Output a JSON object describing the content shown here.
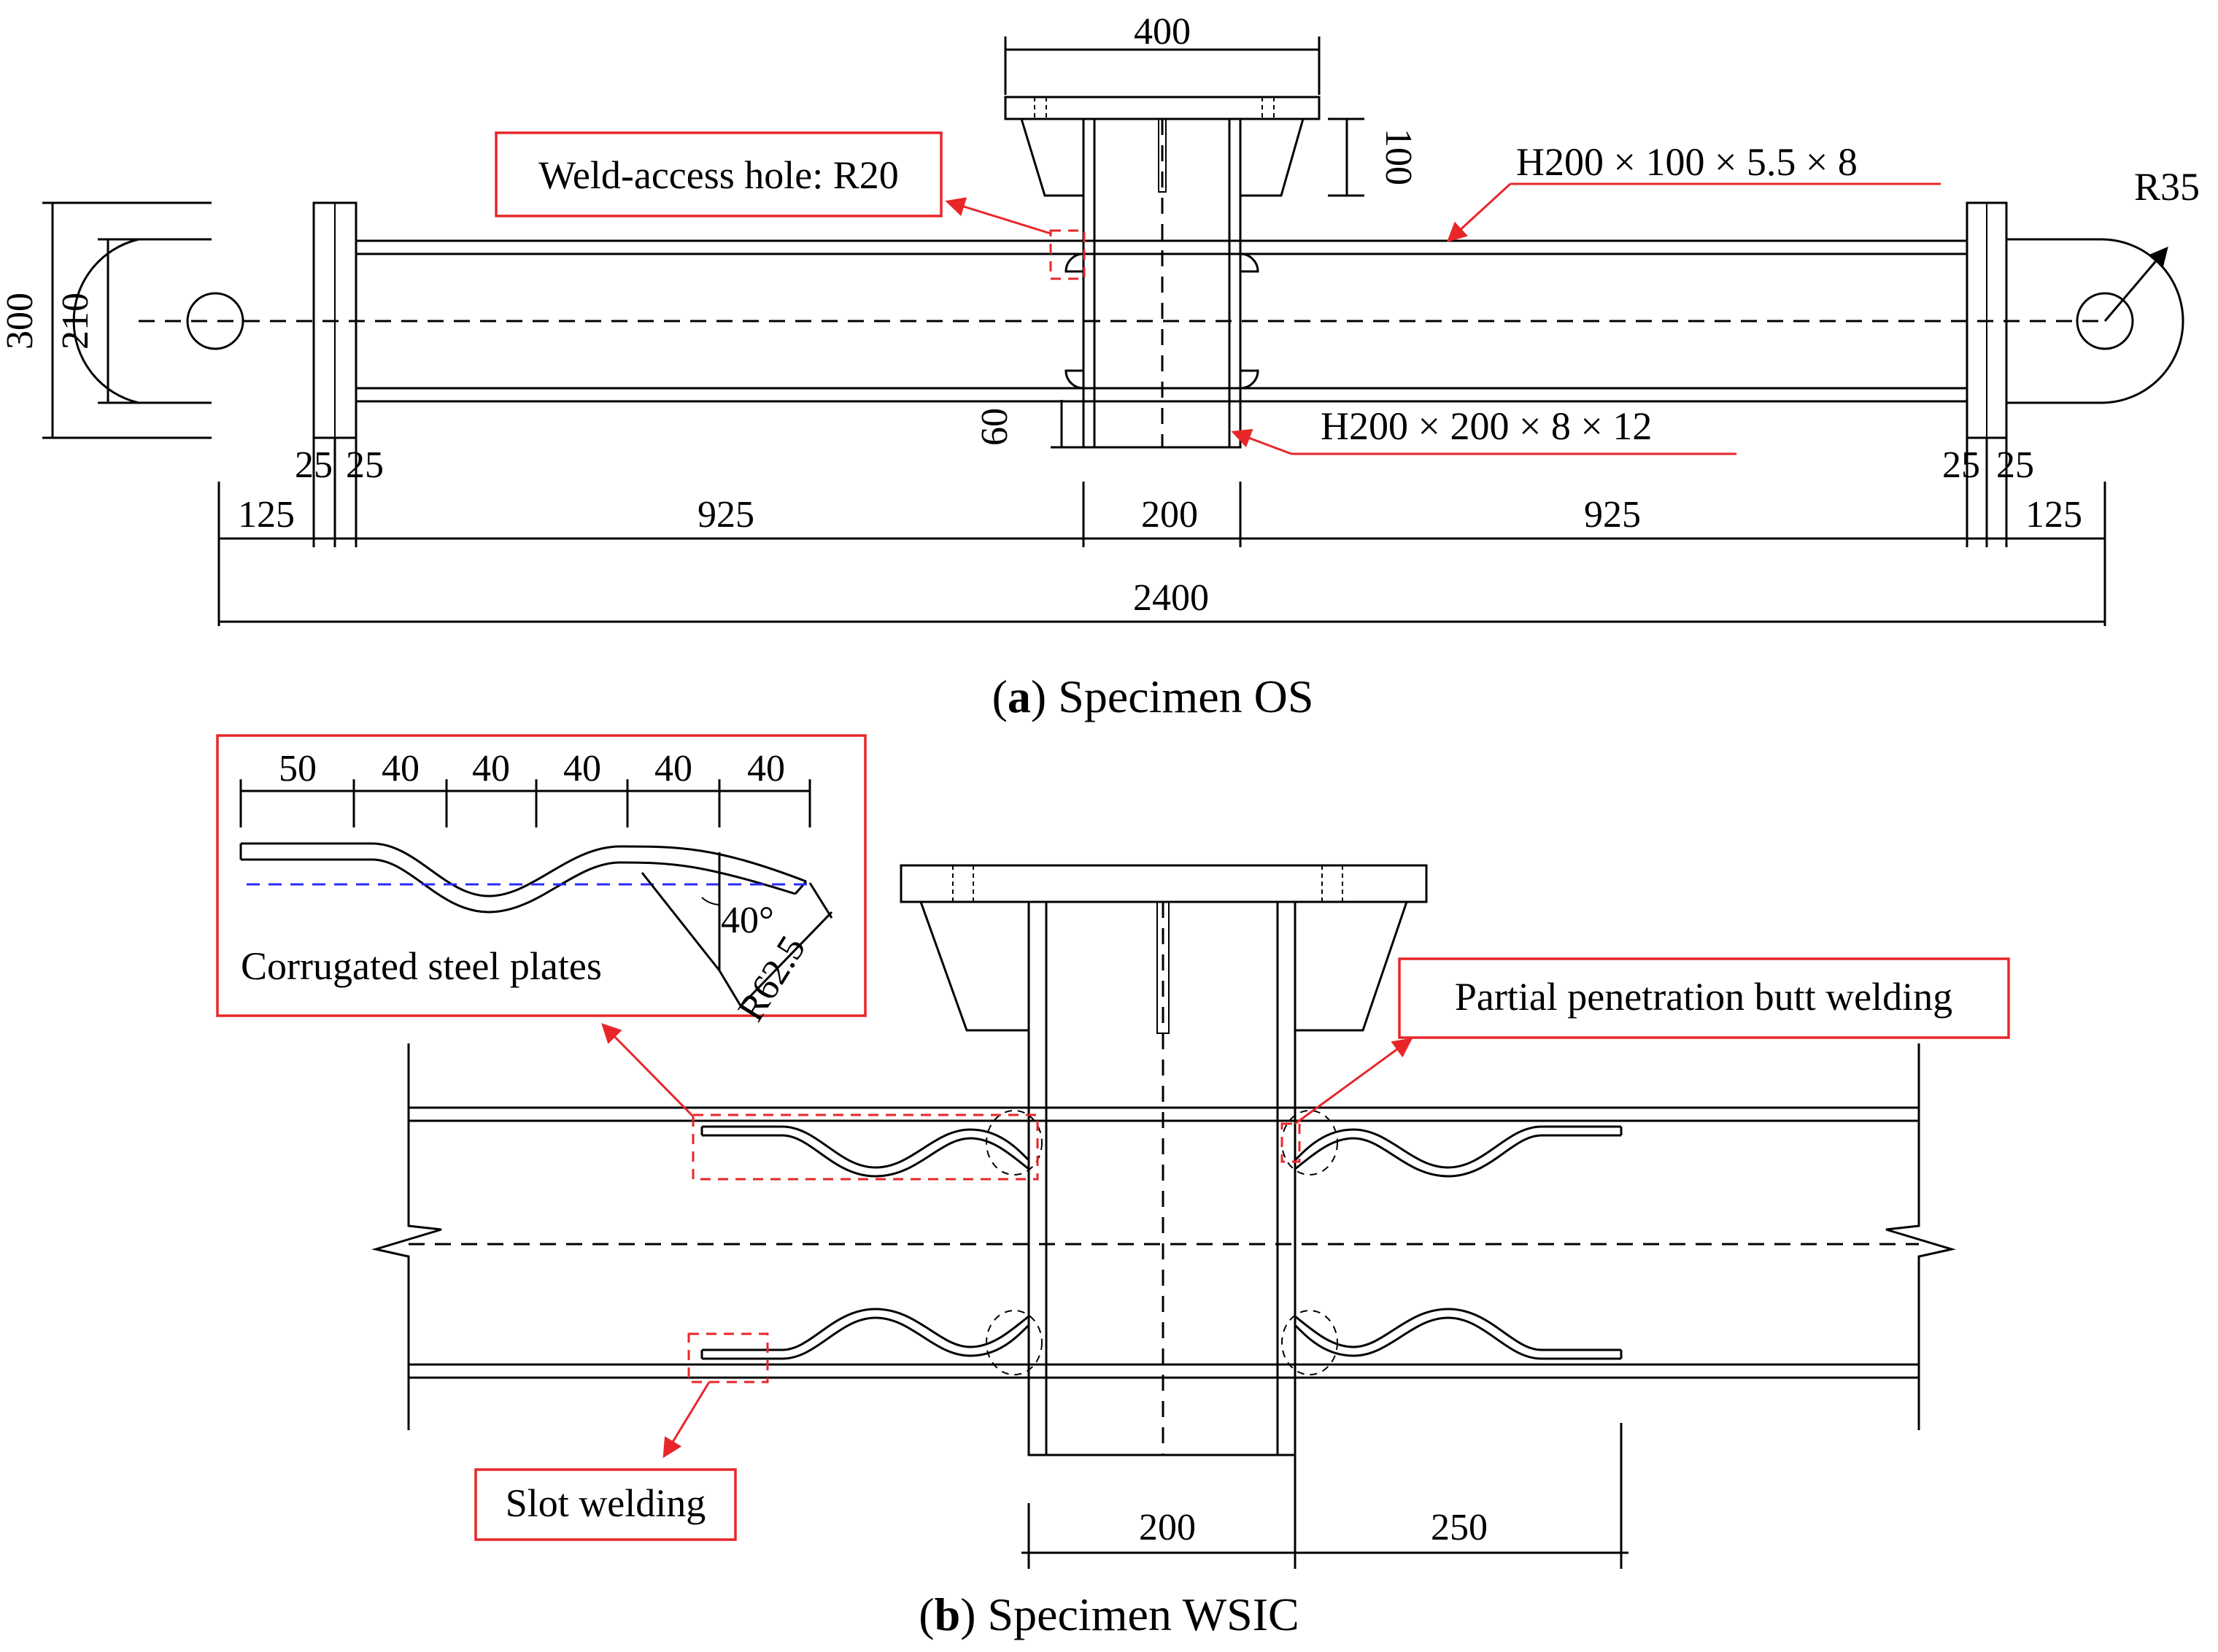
{
  "colors": {
    "annotation": "#e8262a",
    "line": "#000000",
    "centerline": "#2b2bff"
  },
  "panel_a": {
    "caption_letter": "a",
    "caption_text": " Specimen OS",
    "callouts": {
      "weld_access": "Weld-access hole: R20",
      "beam_section": "H200 × 100 × 5.5 × 8",
      "column_section": "H200 × 200 × 8 × 12",
      "pin_radius": "R35"
    },
    "dims": {
      "top_width": "400",
      "stub_height": "100",
      "height_total": "300",
      "height_inner": "210",
      "hole_depth": "60",
      "plate_l1": "25",
      "plate_l2": "25",
      "plate_r1": "25",
      "plate_r2": "25",
      "seg_l_end": "125",
      "seg_l_beam": "925",
      "seg_col": "200",
      "seg_r_beam": "925",
      "seg_r_end": "125",
      "total": "2400"
    }
  },
  "panel_b": {
    "caption_letter": "b",
    "caption_text": " Specimen WSIC",
    "inset": {
      "title": "Corrugated steel plates",
      "spacings": [
        "50",
        "40",
        "40",
        "40",
        "40",
        "40"
      ],
      "angle": "40°",
      "radius": "R62.5"
    },
    "callouts": {
      "butt_weld": "Partial penetration butt welding",
      "slot_weld": "Slot welding"
    },
    "dims": {
      "col_width": "200",
      "plate_len": "250"
    }
  }
}
